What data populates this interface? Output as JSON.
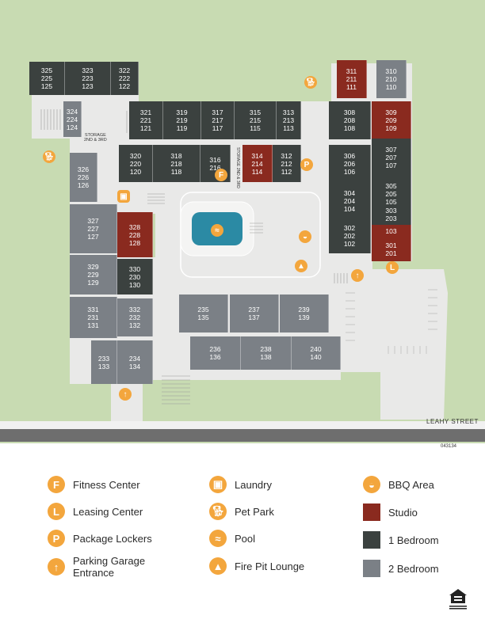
{
  "colors": {
    "grass": "#c8dbb2",
    "paving": "#e9e9e8",
    "road": "#6e6e6e",
    "pool": "#2b8aa4",
    "accent": "#f3a63d",
    "studio": "#8a2a1f",
    "one_bedroom": "#3b413f",
    "two_bedroom": "#7b8086"
  },
  "map": {
    "street_name": "LEAHY STREET",
    "map_code": "043134",
    "storage_label_1": "STORAGE",
    "storage_label_2": "2ND & 3RD",
    "storage_label_vertical": "STORAGE 2ND & 3RD",
    "buildings": [
      {
        "units": [
          "325",
          "225",
          "125"
        ],
        "type": "1 Bedroom"
      },
      {
        "units": [
          "323",
          "223",
          "123"
        ],
        "type": "1 Bedroom"
      },
      {
        "units": [
          "322",
          "222",
          "122"
        ],
        "type": "1 Bedroom"
      },
      {
        "units": [
          "324",
          "224",
          "124"
        ],
        "type": "2 Bedroom"
      },
      {
        "units": [
          "321",
          "221",
          "121"
        ],
        "type": "1 Bedroom"
      },
      {
        "units": [
          "319",
          "219",
          "119"
        ],
        "type": "1 Bedroom"
      },
      {
        "units": [
          "317",
          "217",
          "117"
        ],
        "type": "1 Bedroom"
      },
      {
        "units": [
          "315",
          "215",
          "115"
        ],
        "type": "1 Bedroom"
      },
      {
        "units": [
          "313",
          "213",
          "113"
        ],
        "type": "1 Bedroom"
      },
      {
        "units": [
          "320",
          "220",
          "120"
        ],
        "type": "1 Bedroom"
      },
      {
        "units": [
          "318",
          "218",
          "118"
        ],
        "type": "1 Bedroom"
      },
      {
        "units": [
          "316",
          "216"
        ],
        "type": "1 Bedroom"
      },
      {
        "units": [
          "314",
          "214",
          "114"
        ],
        "type": "Studio"
      },
      {
        "units": [
          "312",
          "212",
          "112"
        ],
        "type": "1 Bedroom"
      },
      {
        "units": [
          "311",
          "211",
          "111"
        ],
        "type": "Studio"
      },
      {
        "units": [
          "310",
          "210",
          "110"
        ],
        "type": "2 Bedroom"
      },
      {
        "units": [
          "308",
          "208",
          "108"
        ],
        "type": "1 Bedroom"
      },
      {
        "units": [
          "309",
          "209",
          "109"
        ],
        "type": "Studio"
      },
      {
        "units": [
          "306",
          "206",
          "106"
        ],
        "type": "1 Bedroom"
      },
      {
        "units": [
          "307",
          "207",
          "107"
        ],
        "type": "1 Bedroom"
      },
      {
        "units": [
          "304",
          "204",
          "104"
        ],
        "type": "1 Bedroom"
      },
      {
        "units": [
          "305",
          "205",
          "105"
        ],
        "type": "1 Bedroom"
      },
      {
        "units": [
          "302",
          "202",
          "102"
        ],
        "type": "1 Bedroom"
      },
      {
        "units": [
          "303",
          "203"
        ],
        "type": "1 Bedroom"
      },
      {
        "units": [
          "103"
        ],
        "type": "Studio"
      },
      {
        "units": [
          "301",
          "201"
        ],
        "type": "Studio"
      },
      {
        "units": [
          "326",
          "226",
          "126"
        ],
        "type": "2 Bedroom"
      },
      {
        "units": [
          "327",
          "227",
          "127"
        ],
        "type": "2 Bedroom"
      },
      {
        "units": [
          "328",
          "228",
          "128"
        ],
        "type": "Studio"
      },
      {
        "units": [
          "329",
          "229",
          "129"
        ],
        "type": "2 Bedroom"
      },
      {
        "units": [
          "330",
          "230",
          "130"
        ],
        "type": "1 Bedroom"
      },
      {
        "units": [
          "331",
          "231",
          "131"
        ],
        "type": "2 Bedroom"
      },
      {
        "units": [
          "332",
          "232",
          "132"
        ],
        "type": "2 Bedroom"
      },
      {
        "units": [
          "233",
          "133"
        ],
        "type": "2 Bedroom"
      },
      {
        "units": [
          "234",
          "134"
        ],
        "type": "2 Bedroom"
      },
      {
        "units": [
          "235",
          "135"
        ],
        "type": "2 Bedroom"
      },
      {
        "units": [
          "237",
          "137"
        ],
        "type": "2 Bedroom"
      },
      {
        "units": [
          "239",
          "139"
        ],
        "type": "2 Bedroom"
      },
      {
        "units": [
          "236",
          "136"
        ],
        "type": "2 Bedroom"
      },
      {
        "units": [
          "238",
          "138"
        ],
        "type": "2 Bedroom"
      },
      {
        "units": [
          "240",
          "140"
        ],
        "type": "2 Bedroom"
      }
    ],
    "icon_letters": {
      "fitness": "F",
      "leasing": "L",
      "package": "P"
    }
  },
  "legend": {
    "fitness": {
      "letter": "F",
      "label": "Fitness Center"
    },
    "leasing": {
      "letter": "L",
      "label": "Leasing Center"
    },
    "package": {
      "letter": "P",
      "label": "Package Lockers"
    },
    "garage": {
      "label": "Parking Garage Entrance"
    },
    "laundry": {
      "label": "Laundry"
    },
    "pet": {
      "label": "Pet Park"
    },
    "pool": {
      "label": "Pool"
    },
    "firepit": {
      "label": "Fire Pit Lounge"
    },
    "bbq": {
      "label": "BBQ Area"
    },
    "studio": {
      "label": "Studio"
    },
    "one_bedroom": {
      "label": "1 Bedroom"
    },
    "two_bedroom": {
      "label": "2 Bedroom"
    }
  },
  "logo_text": "EQUAL HOUSING OPPORTUNITY"
}
